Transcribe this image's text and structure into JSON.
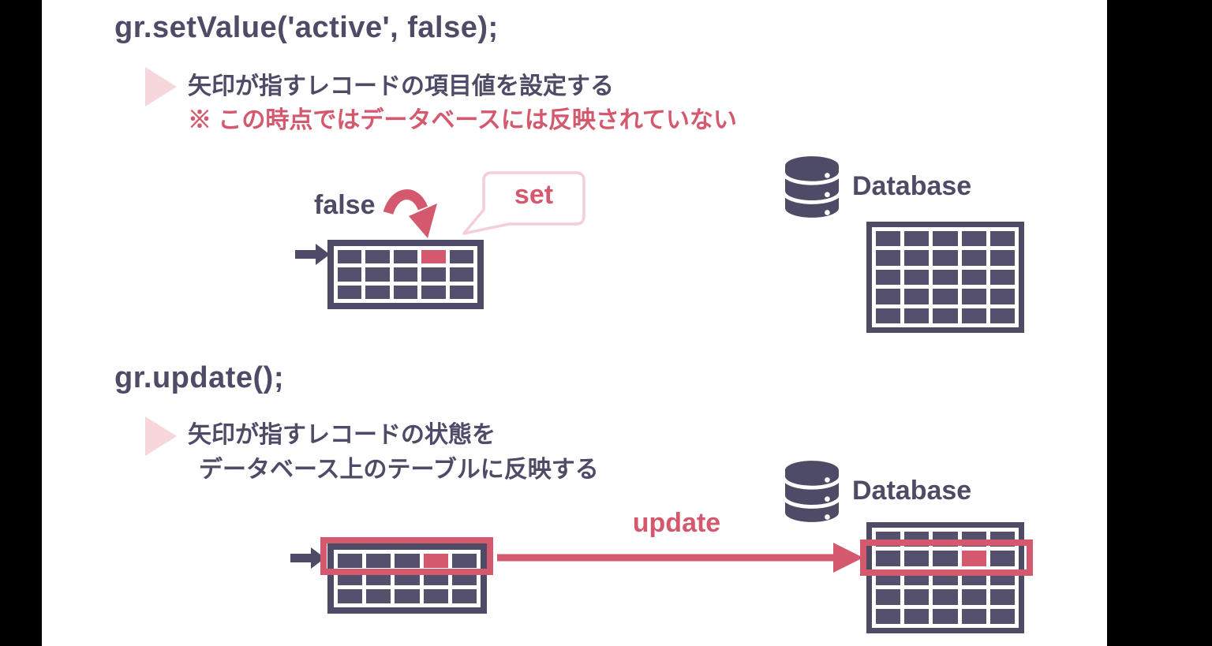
{
  "colors": {
    "dark": "#4e4b67",
    "pink": "#d4596e",
    "light_pink": "#f7d7db",
    "bubble_border": "#f4cfd5",
    "background": "#ffffff",
    "letterbox": "#000000"
  },
  "section_set": {
    "code": "gr.setValue('active', false);",
    "bullet_line1": "矢印が指すレコードの項目値を設定する",
    "bullet_line2": "※ この時点ではデータベースには反映されていない",
    "value_label": "false",
    "bubble_label": "set",
    "database_label": "Database",
    "record_table": {
      "cols": 5,
      "rows": 3,
      "highlight": {
        "row": 0,
        "col": 3
      }
    },
    "db_table": {
      "cols": 5,
      "rows": 5
    }
  },
  "section_update": {
    "code": "gr.update();",
    "bullet_line1": "矢印が指すレコードの状態を",
    "bullet_line2": "データベース上のテーブルに反映する",
    "arrow_label": "update",
    "database_label": "Database",
    "record_table": {
      "cols": 5,
      "rows": 3,
      "highlight": {
        "row": 0,
        "col": 3
      }
    },
    "db_table": {
      "cols": 5,
      "rows": 5,
      "highlight": {
        "row": 1,
        "col": 3
      }
    }
  }
}
